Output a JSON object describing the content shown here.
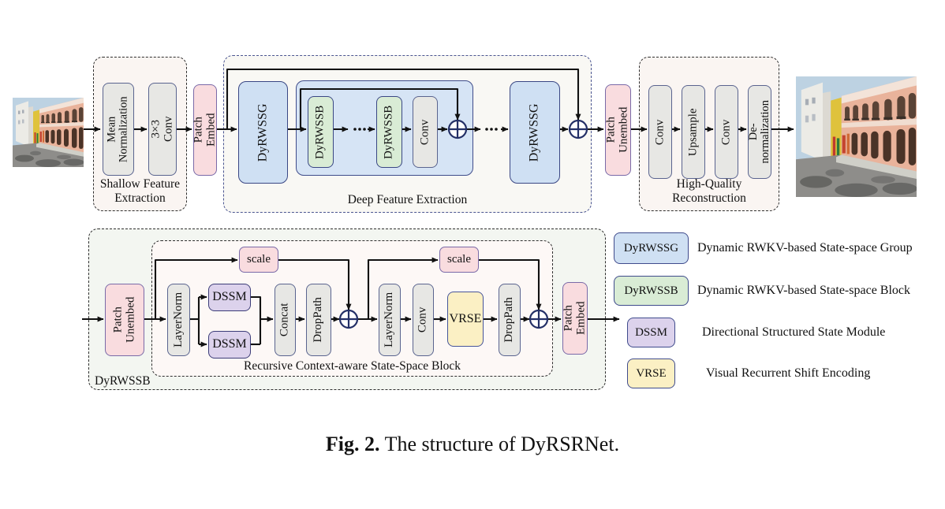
{
  "caption": {
    "fig": "Fig. 2.",
    "text": "The structure of DyRSRNet."
  },
  "top": {
    "shallow": {
      "title": "Shallow Feature\nExtraction",
      "mean_norm": "Mean\nNormalization",
      "conv": "3×3 Conv"
    },
    "patch_embed": "Patch Embed",
    "deep": {
      "title": "Deep Feature Extraction",
      "dyrwssg1": "DyRWSSG",
      "dyrwssb1": "DyRWSSB",
      "dyrwssb2": "DyRWSSB",
      "conv": "Conv",
      "dyrwssg2": "DyRWSSG"
    },
    "patch_unembed": "Patch Unembed",
    "hq": {
      "title": "High-Quality\nReconstruction",
      "conv1": "Conv",
      "upsample": "Upsample",
      "conv2": "Conv",
      "denorm": "De-normalization"
    }
  },
  "bottom": {
    "outer_label": "DyRWSSB",
    "inner_label": "Recursive Context-aware State-Space Block",
    "patch_unembed": "Patch\nUnembed",
    "scale1": "scale",
    "scale2": "scale",
    "layernorm1": "LayerNorm",
    "dssm1": "DSSM",
    "dssm2": "DSSM",
    "concat": "Concat",
    "droppath1": "DropPath",
    "layernorm2": "LayerNorm",
    "conv": "Conv",
    "vrse": "VRSE",
    "droppath2": "DropPath",
    "patch_embed": "Patch Embed"
  },
  "legend": {
    "items": [
      {
        "abbr": "DyRWSSG",
        "desc": "Dynamic RWKV-based State-space Group",
        "color": "#cfe0f3"
      },
      {
        "abbr": "DyRWSSB",
        "desc": "Dynamic RWKV-based State-space Block",
        "color": "#d9ecd5"
      },
      {
        "abbr": "DSSM",
        "desc": "Directional Structured State Module",
        "color": "#dcd2ec"
      },
      {
        "abbr": "VRSE",
        "desc": "Visual Recurrent Shift Encoding",
        "color": "#fbf0c4"
      }
    ]
  },
  "icons": {
    "sum_node": "circled-plus"
  },
  "colors": {
    "block_blue": "#cfe0f3",
    "block_green": "#d9ecd5",
    "block_gray": "#e7e7e4",
    "block_pink": "#f9dcdf",
    "block_purple": "#dcd2ec",
    "block_yellow": "#fbf0c4",
    "inner_group_bg": "#d6e4f5",
    "deep_box_border": "#4a5591",
    "arrow": "#111111"
  }
}
